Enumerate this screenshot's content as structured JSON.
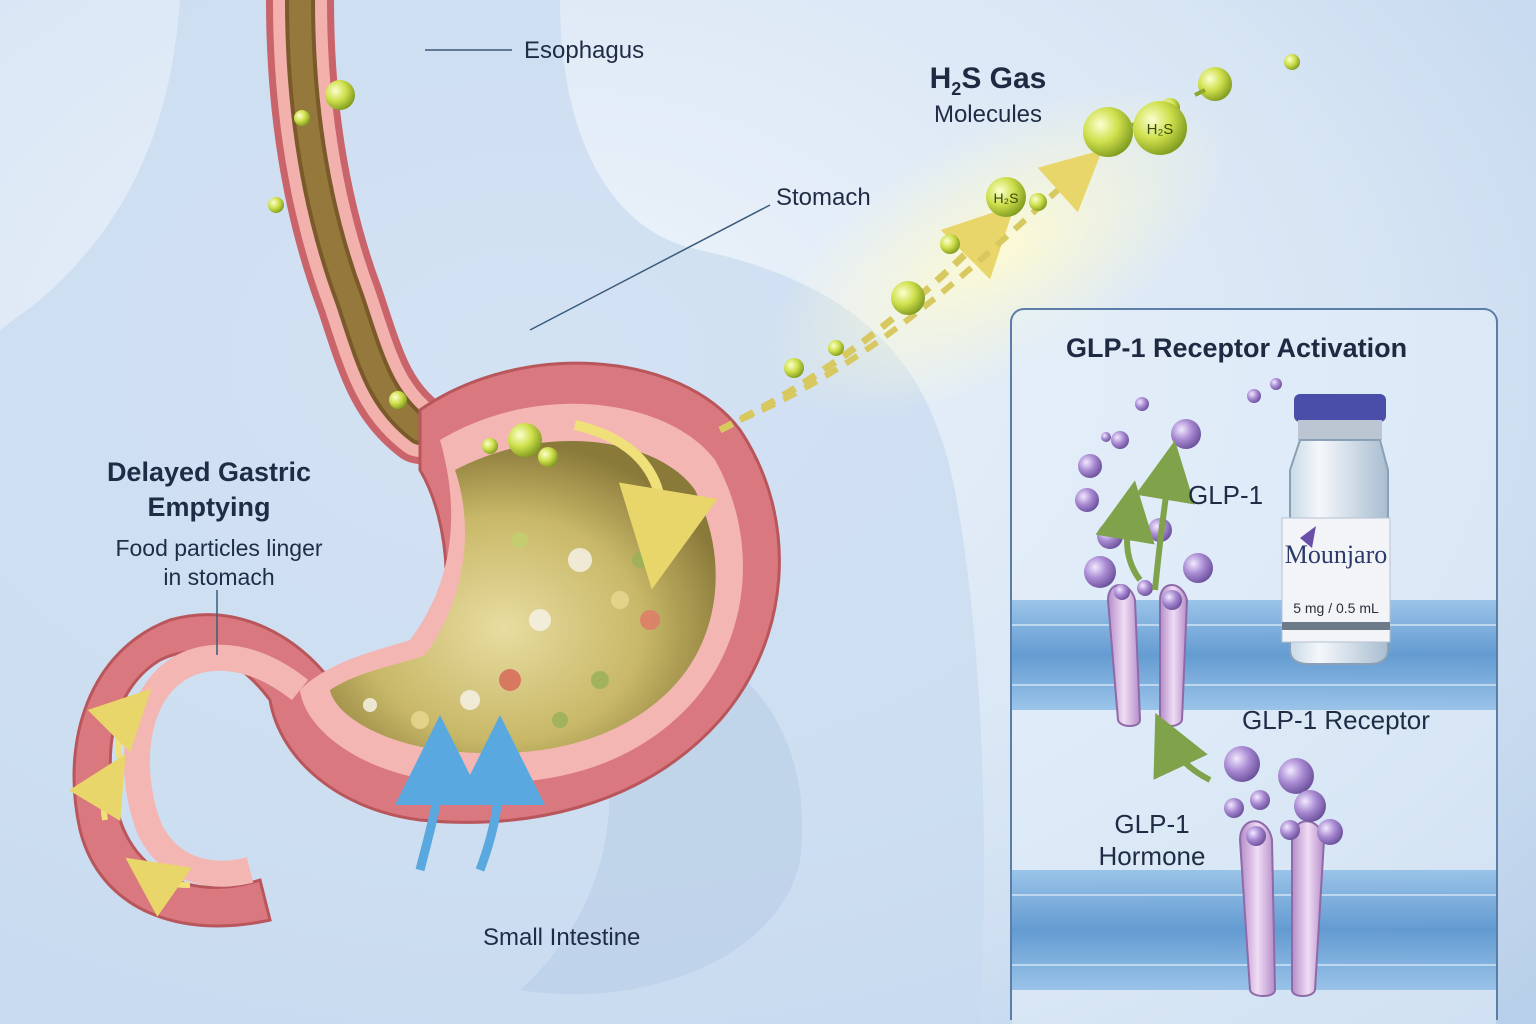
{
  "labels": {
    "esophagus": "Esophagus",
    "stomach": "Stomach",
    "small_intestine": "Small Intestine",
    "delayed_title_line1": "Delayed Gastric",
    "delayed_title_line2": "Emptying",
    "delayed_sub_line1": "Food particles linger",
    "delayed_sub_line2": "in stomach",
    "gas_title_h": "H",
    "gas_title_sub": "2",
    "gas_title_rest": "S Gas",
    "gas_subtitle": "Molecules",
    "molecule_tag_1": "H₂S",
    "molecule_tag_2": "H₂S"
  },
  "inset": {
    "title": "GLP-1 Receptor Activation",
    "glp1": "GLP-1",
    "receptor": "GLP-1 Receptor",
    "hormone_line1": "GLP-1",
    "hormone_line2": "Hormone"
  },
  "vial": {
    "brand": "Mounjaro",
    "dose": "5 mg / 0.5 mL"
  },
  "colors": {
    "background": "#dbe7f5",
    "stomach_wall": "#e0868a",
    "gas_yellow": "#c8d84a",
    "glp1_purple": "#9b7fc6",
    "membrane_blue": "#6ea3d6",
    "arrow_yellow": "#f0e07a",
    "arrow_blue": "#5aa8e0"
  }
}
